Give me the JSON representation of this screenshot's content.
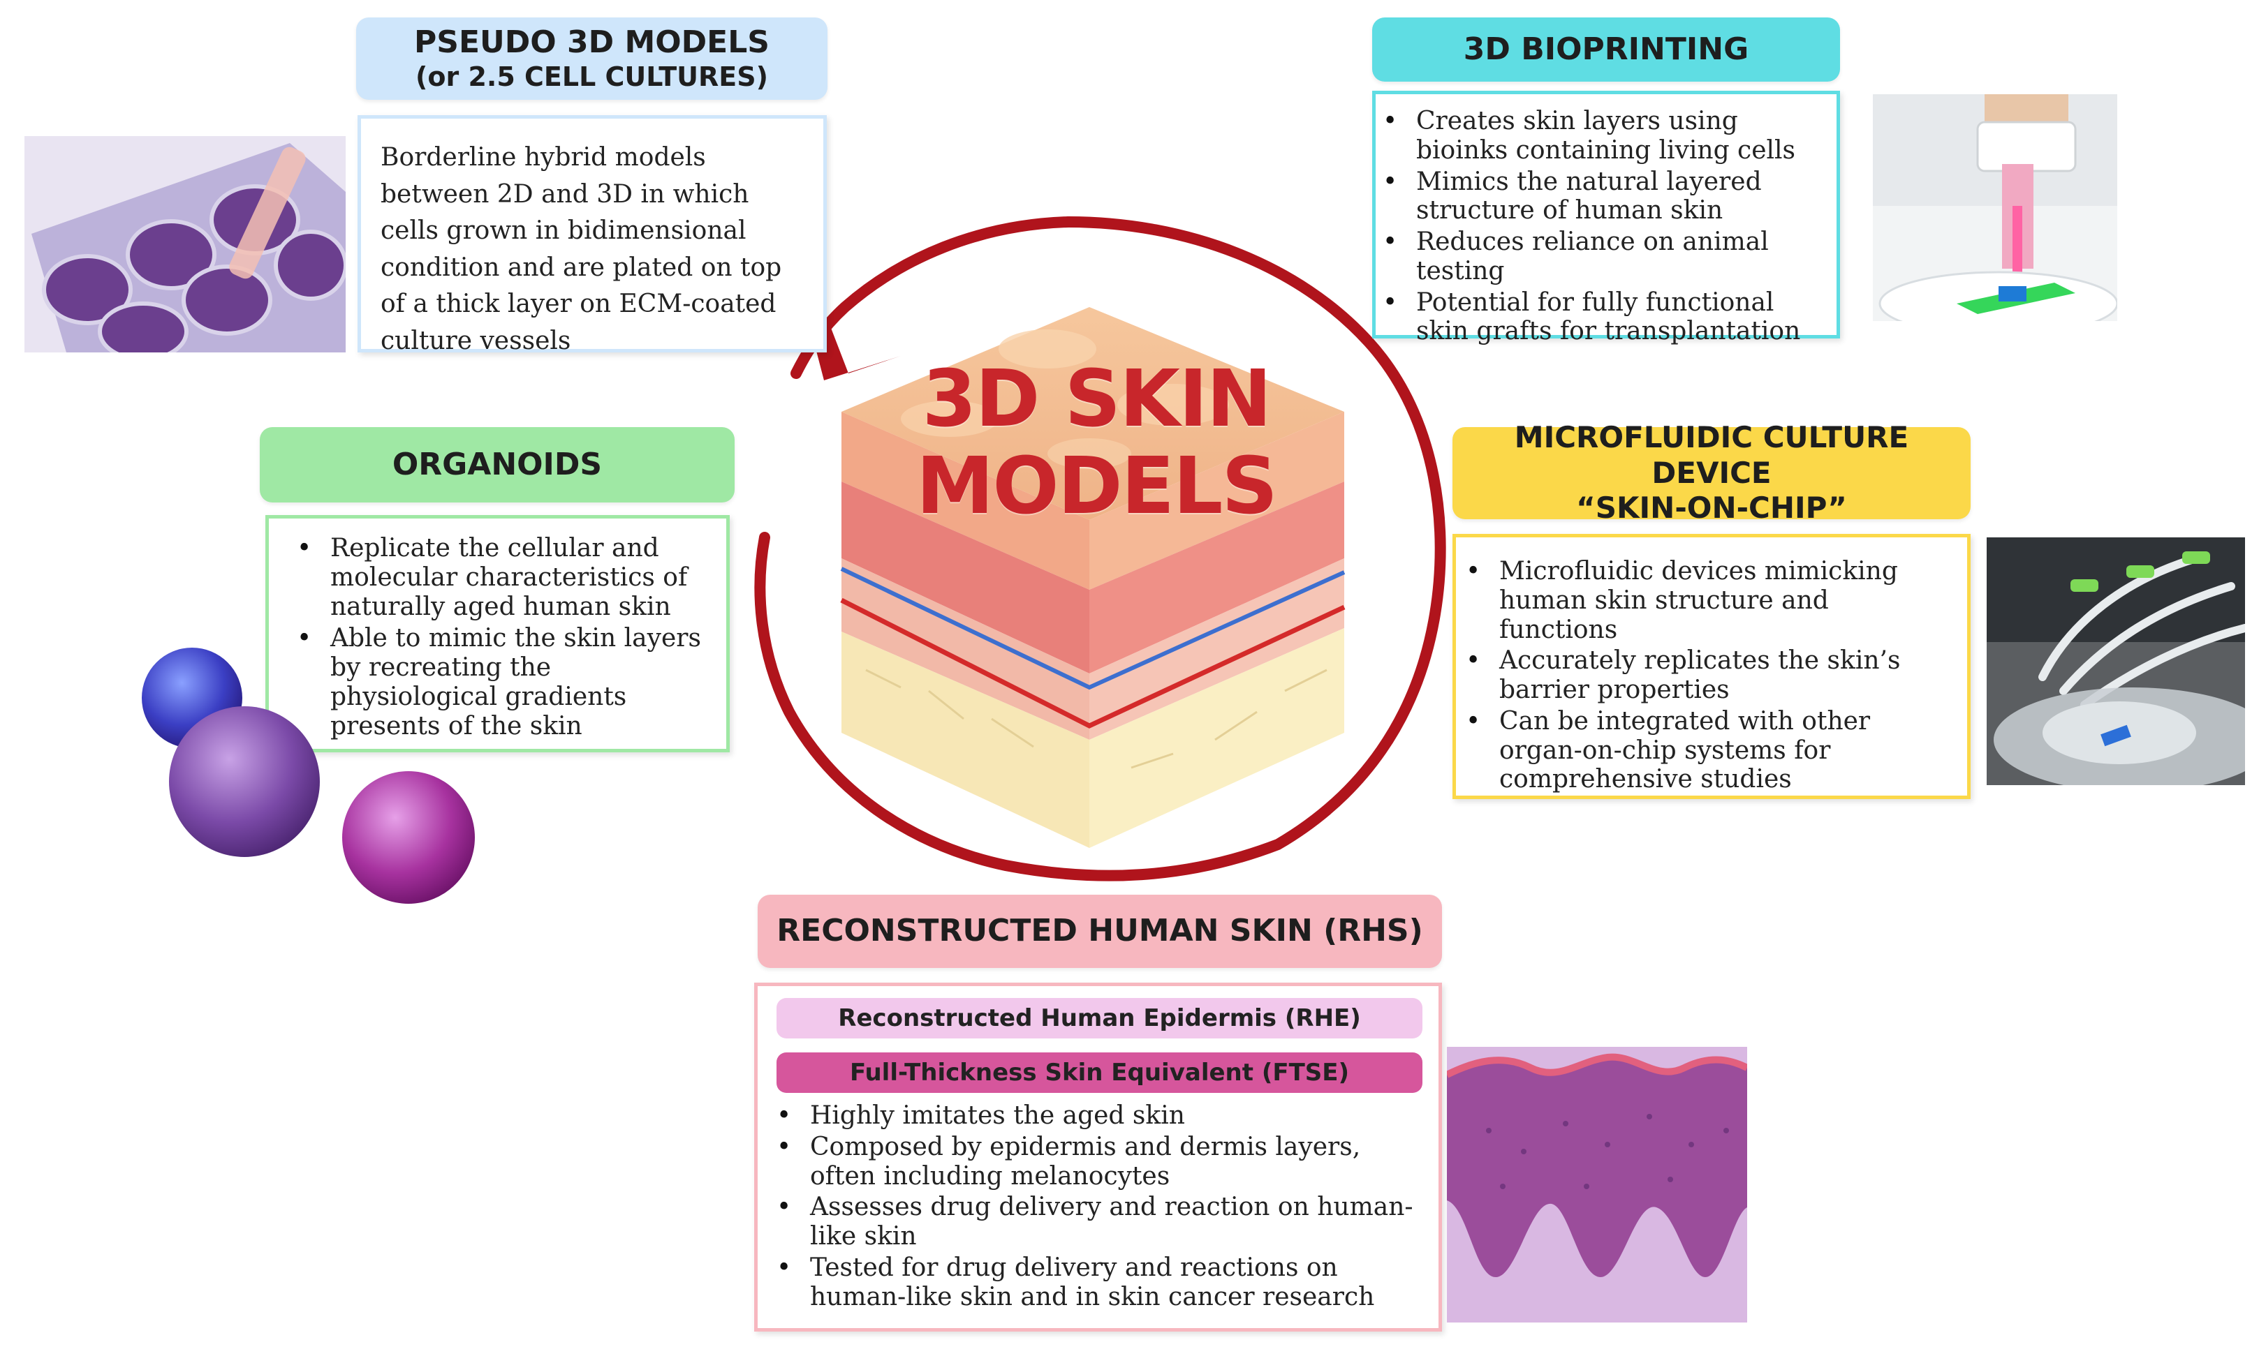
{
  "center": {
    "title_line1": "3D SKIN",
    "title_line2": "MODELS"
  },
  "pseudo": {
    "title": "PSEUDO 3D MODELS",
    "subtitle": "(or 2.5 CELL CULTURES)",
    "text": "Borderline hybrid models between 2D and 3D in which cells grown in bidimensional condition and are plated on top of a thick layer on ECM-coated culture vessels"
  },
  "bioprinting": {
    "title": "3D BIOPRINTING",
    "items": [
      "Creates skin layers using bioinks containing living cells",
      "Mimics the natural layered structure of human skin",
      "Reduces reliance on animal testing",
      "Potential for fully functional skin grafts for transplantation"
    ]
  },
  "organoids": {
    "title": "ORGANOIDS",
    "items": [
      "Replicate the cellular and molecular characteristics of naturally aged human skin",
      "Able to mimic the skin layers by recreating the physiological gradients presents of the skin"
    ]
  },
  "microfluidic": {
    "title_line1": "MICROFLUIDIC CULTURE DEVICE",
    "title_line2": "“SKIN-ON-CHIP”",
    "items": [
      "Microfluidic devices mimicking human skin structure and functions",
      "Accurately replicates the skin’s barrier properties",
      "Can be integrated with other organ-on-chip systems for comprehensive studies"
    ]
  },
  "rhs": {
    "title": "RECONSTRUCTED HUMAN SKIN (RHS)",
    "rhe_label": "Reconstructed Human Epidermis (RHE)",
    "ftse_label": "Full-Thickness Skin Equivalent (FTSE)",
    "items": [
      "Highly imitates the aged skin",
      "Composed by epidermis and dermis layers, often including melanocytes",
      "Assesses drug delivery and reaction on human-like skin",
      "Tested for drug delivery and reactions on human-like skin and in skin cancer research"
    ]
  },
  "colors": {
    "pseudo": "#cfe6fb",
    "bioprinting": "#5fdde3",
    "organoids": "#9fe8a4",
    "microfluidic": "#fbd849",
    "rhs": "#f7b7bf",
    "rhe": "#f2c8ec",
    "ftse": "#d6569c",
    "arrow": "#b0141c",
    "title_text": "#c8262b"
  }
}
